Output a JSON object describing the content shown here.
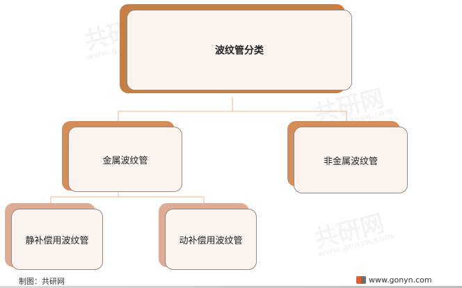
{
  "diagram": {
    "root": {
      "label": "波纹管分类"
    },
    "level1": [
      {
        "label": "金属波纹管"
      },
      {
        "label": "非金属波纹管"
      }
    ],
    "level2": [
      {
        "label": "静补偿用波纹管"
      },
      {
        "label": "动补偿用波纹管"
      }
    ]
  },
  "colors": {
    "root_shadow": "#c68046",
    "level1_shadow": "#d68c56",
    "level2_shadow": "#e0ab94",
    "box_fill": "#fbf3ee",
    "connector": "#f0b58d"
  },
  "footer": {
    "source": "制图：共研网",
    "site": "www.gonyn.com"
  },
  "watermark": {
    "brand": "共研网",
    "url": "www.gonyn.com"
  }
}
